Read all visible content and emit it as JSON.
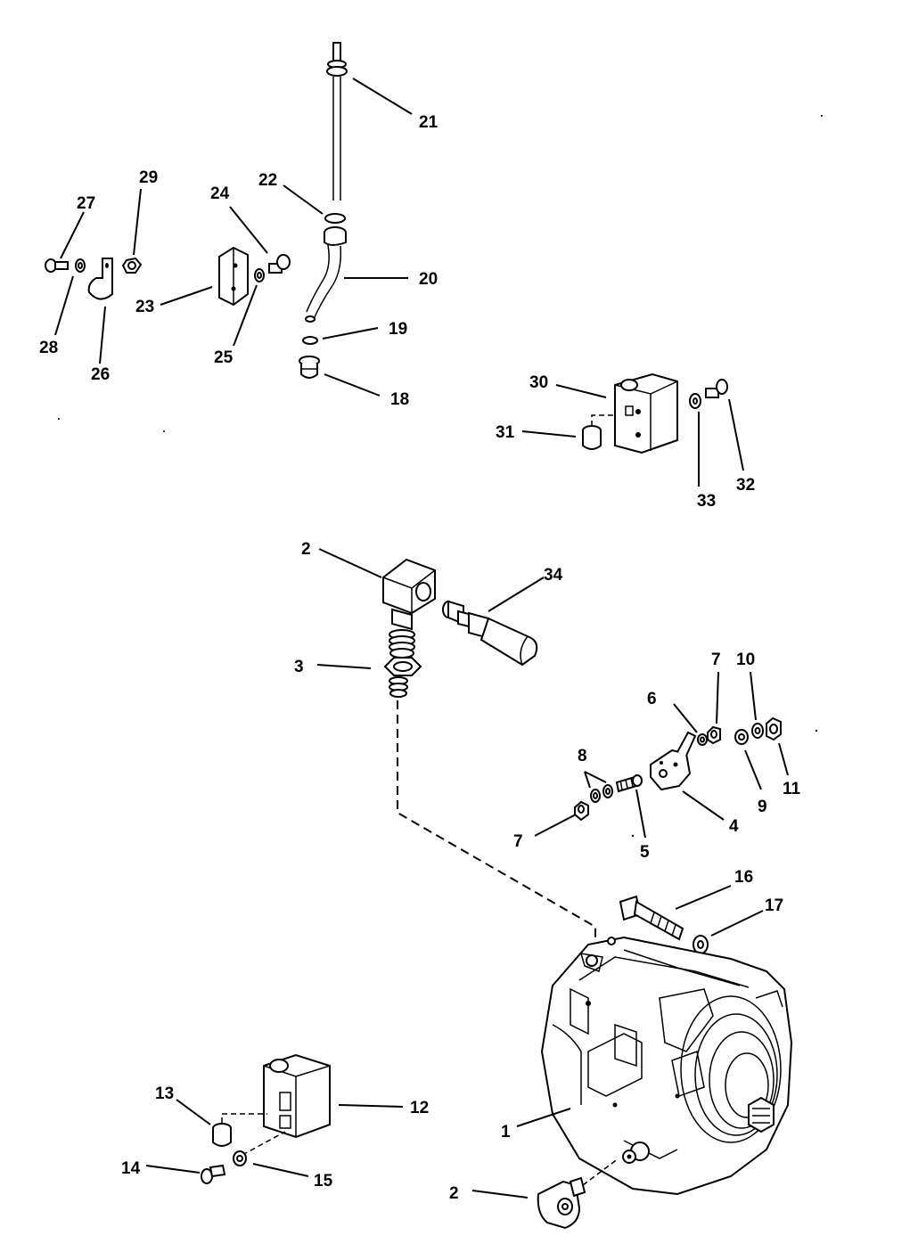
{
  "callouts": {
    "c1": "1",
    "c2a": "2",
    "c2b": "2",
    "c3": "3",
    "c4": "4",
    "c5": "5",
    "c6": "6",
    "c7a": "7",
    "c7b": "7",
    "c8": "8",
    "c9": "9",
    "c10": "10",
    "c11": "11",
    "c12": "12",
    "c13": "13",
    "c14": "14",
    "c15": "15",
    "c16": "16",
    "c17": "17",
    "c18": "18",
    "c19": "19",
    "c20": "20",
    "c21": "21",
    "c22": "22",
    "c23": "23",
    "c24": "24",
    "c25": "25",
    "c26": "26",
    "c27": "27",
    "c28": "28",
    "c29": "29",
    "c30": "30",
    "c31": "31",
    "c32": "32",
    "c33": "33",
    "c34": "34"
  }
}
